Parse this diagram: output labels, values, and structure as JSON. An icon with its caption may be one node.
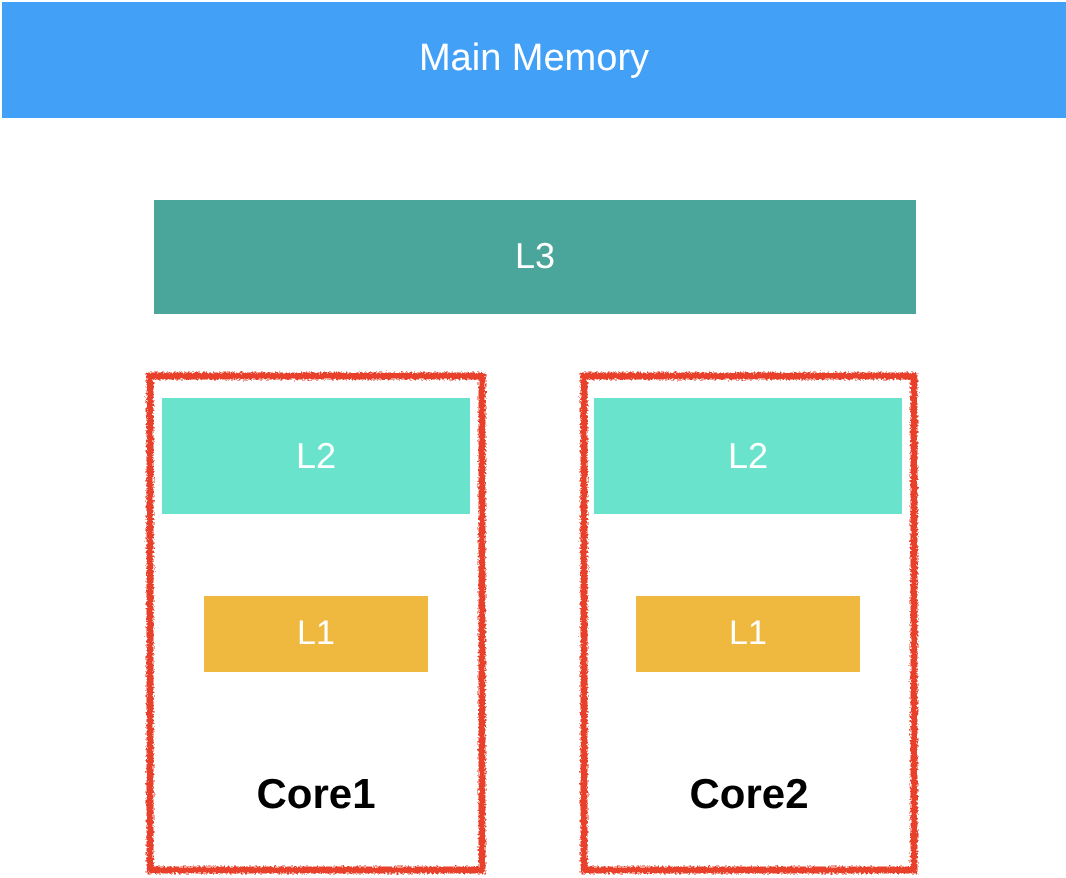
{
  "diagram": {
    "nodes": [
      {
        "text": [
          "Main Memory"
        ]
      },
      {
        "text": [
          "L3"
        ]
      },
      {
        "text": [
          "Core1"
        ]
      },
      {
        "text": [
          "L2"
        ],
        "in": 2
      },
      {
        "text": [
          "L1"
        ],
        "in": 2
      },
      {
        "text": [
          "Core2"
        ]
      },
      {
        "text": [
          "L2"
        ],
        "in": 5
      },
      {
        "text": [
          "L1"
        ],
        "in": 5
      }
    ]
  }
}
